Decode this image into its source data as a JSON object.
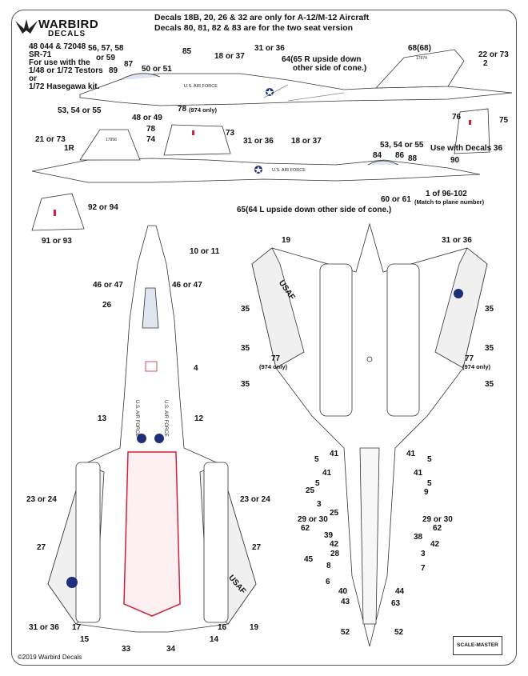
{
  "brand": {
    "name": "WARBIRD",
    "sub": "DECALS"
  },
  "header": {
    "line1": "Decals 18B, 20, 26 & 32 are only for A-12/M-12 Aircraft",
    "line2": "Decals 80, 81, 82 & 83 are for the two seat version"
  },
  "product": {
    "codes": "48 044 & 72048",
    "aircraft": "SR-71",
    "use1": "For use with the",
    "use2": "1/48 or 1/72 Testors",
    "use3": "or",
    "use4": "1/72 Hasegawa kit."
  },
  "side_top": {
    "c1": "56, 57, 58",
    "c2": "or 59",
    "c3": "89",
    "c4": "87",
    "c5": "85",
    "c6": "50 or 51",
    "c7": "18 or 37",
    "c8": "31 or 36",
    "c9": "64(65 R upside down",
    "c10": "other side of cone.)",
    "c11": "53, 54 or 55",
    "c12": "48 or 49",
    "c13": "78",
    "c14": "(974 only)",
    "c15": "68(68)",
    "c16": "22 or 73",
    "c17": "2",
    "fuselage_text": "U.S. AIR FORCE",
    "tail_text": "17974"
  },
  "side_bottom": {
    "c1": "21 or 73",
    "c2": "1R",
    "c3": "78",
    "c4": "74",
    "c5": "73",
    "c6": "31 or 36",
    "c7": "18 or 37",
    "c8": "53, 54 or 55",
    "c9": "84",
    "c10": "86",
    "c11": "88",
    "c12": "90",
    "c13": "60 or 61",
    "c14": "1 of 96-102",
    "c15": "(Match to plane number)",
    "c16": "65(64 L upside down other side of cone.)",
    "c17": "76",
    "c18": "75",
    "c19": "Use with Decals 36",
    "c20": "92 or 94",
    "c21": "91 or 93",
    "fuselage_text": "U.S. AIR FORCE",
    "tail_text": "17956"
  },
  "top_view": {
    "c1": "10 or 11",
    "c2": "46 or 47",
    "c3": "46 or 47",
    "c4": "26",
    "c5": "4",
    "c6": "13",
    "c7": "12",
    "c8": "23 or 24",
    "c9": "23 or 24",
    "c10": "27",
    "c11": "27",
    "c12": "31 or 36",
    "c13": "17",
    "c14": "15",
    "c15": "33",
    "c16": "34",
    "c17": "14",
    "c18": "16",
    "c19": "19",
    "wing_text": "U.S. AIR FORCE",
    "usaf": "USAF"
  },
  "bottom_view": {
    "c1": "19",
    "c2": "31 or 36",
    "l1": "35",
    "l2": "35",
    "l3": "77",
    "l4": "(974 only)",
    "l5": "35",
    "r1": "35",
    "r2": "35",
    "r3": "77",
    "r4": "(974 only)",
    "r5": "35",
    "usaf": "USAF",
    "a1": "5",
    "a2": "41",
    "a3": "41",
    "a4": "5",
    "a5": "41",
    "a6": "41",
    "a7": "5",
    "a8": "5",
    "a9": "25",
    "a10": "9",
    "a11": "3",
    "a12": "25",
    "a13": "29 or 30",
    "a14": "29 or 30",
    "a15": "62",
    "a16": "62",
    "a17": "39",
    "a18": "38",
    "a19": "42",
    "a20": "42",
    "a21": "28",
    "a22": "3",
    "a23": "45",
    "a24": "8",
    "a25": "7",
    "a26": "6",
    "a27": "40",
    "a28": "44",
    "a29": "43",
    "a30": "63",
    "a31": "52",
    "a32": "52"
  },
  "footer": {
    "copyright": "©2019 Warbird Decals",
    "scale": "SCALE-MASTER"
  },
  "colors": {
    "red": "#d0213a",
    "blue": "#1d2f7a",
    "line": "#333333",
    "hatch": "#888888"
  }
}
